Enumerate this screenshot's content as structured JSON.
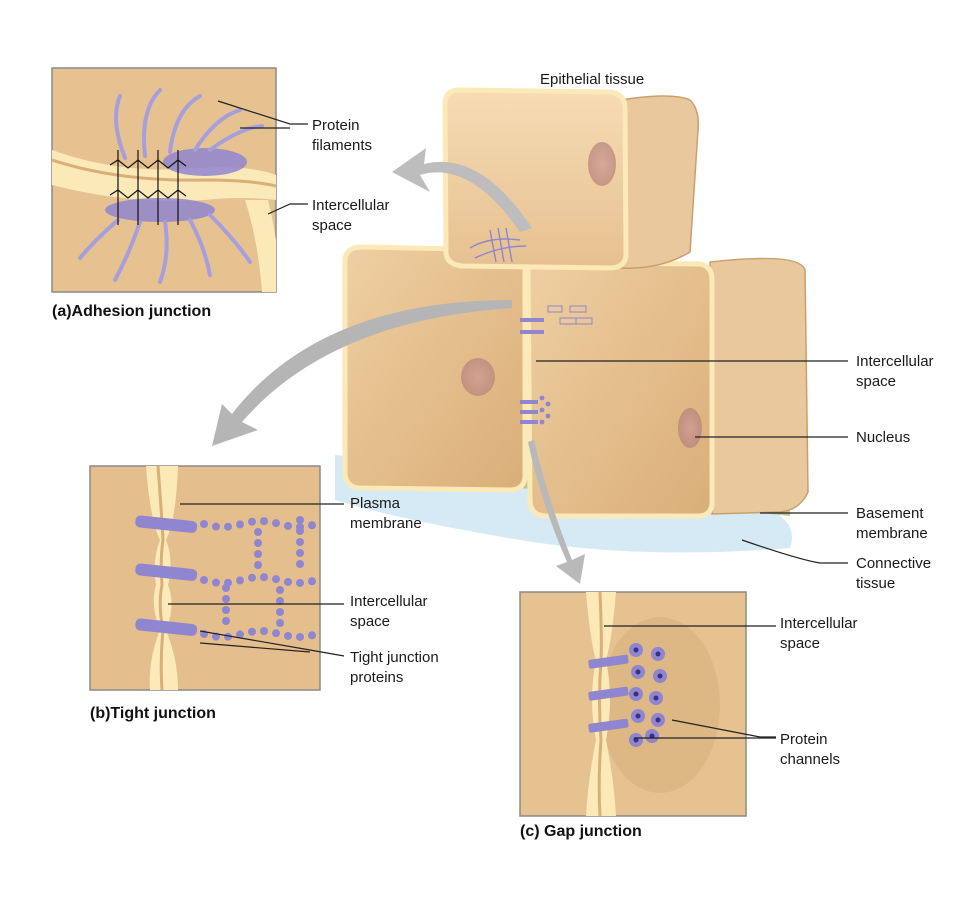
{
  "title": "Epithelial tissue",
  "panels": {
    "adhesion": {
      "caption": "(a)Adhesion junction",
      "labels": {
        "filaments": [
          "Protein",
          "filaments"
        ],
        "space": [
          "Intercellular",
          "space"
        ]
      }
    },
    "tight": {
      "caption": "(b)Tight junction",
      "labels": {
        "membrane": [
          "Plasma",
          "membrane"
        ],
        "space": [
          "Intercellular",
          "space"
        ],
        "proteins": [
          "Tight junction",
          "proteins"
        ]
      }
    },
    "gap": {
      "caption": "(c) Gap junction",
      "labels": {
        "space": [
          "Intercellular",
          "space"
        ],
        "channels": [
          "Protein",
          "channels"
        ]
      }
    }
  },
  "main_labels": {
    "space": [
      "Intercellular",
      "space"
    ],
    "nucleus": [
      "Nucleus"
    ],
    "basement": [
      "Basement",
      "membrane"
    ],
    "connective": [
      "Connective",
      "tissue"
    ]
  },
  "colors": {
    "cell": "#e8c496",
    "cell_edge": "#c9a06b",
    "membrane": "#fbe9b8",
    "protein": "#8f86cf",
    "nucleus": "#c8908a",
    "connective": "#cfe6f3"
  }
}
